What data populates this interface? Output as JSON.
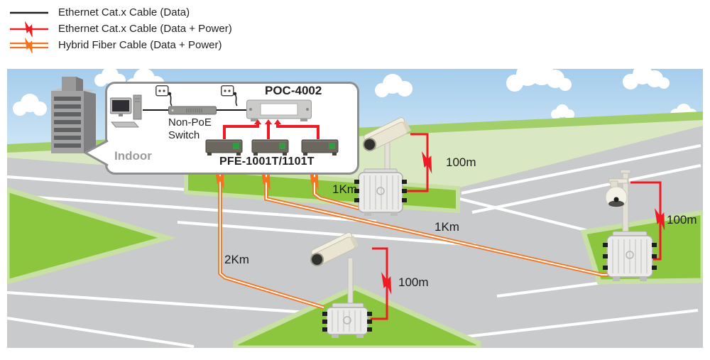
{
  "legend": {
    "items": [
      {
        "label": "Ethernet Cat.x Cable (Data)",
        "cable": "ethernet-data",
        "color": "#231f20"
      },
      {
        "label": "Ethernet Cat.x Cable (Data + Power)",
        "cable": "ethernet-data-power",
        "color": "#ed1c24"
      },
      {
        "label": "Hybrid Fiber Cable (Data + Power)",
        "cable": "hybrid-fiber-data-power",
        "color": "#f4731f"
      }
    ]
  },
  "indoor": {
    "label": "Indoor",
    "poc_model": "POC-4002",
    "switch_label": "Non-PoE Switch",
    "pfe_model": "PFE-1001T/1101T"
  },
  "distances": {
    "fiber_to_cam_top": "1Km",
    "fiber_to_ptz": "1Km",
    "fiber_to_cam_bottom": "2Km",
    "cat_cam_top": "100m",
    "cat_cam_bottom": "100m",
    "cat_ptz": "100m"
  },
  "colors": {
    "accent_red": "#ed1c24",
    "accent_orange": "#f4731f",
    "cable_black": "#231f20",
    "grass_bright": "#8cc63f",
    "grass_pale": "#d9e8c2",
    "road_gray": "#c9cacb",
    "sky_top": "#aacfec"
  }
}
